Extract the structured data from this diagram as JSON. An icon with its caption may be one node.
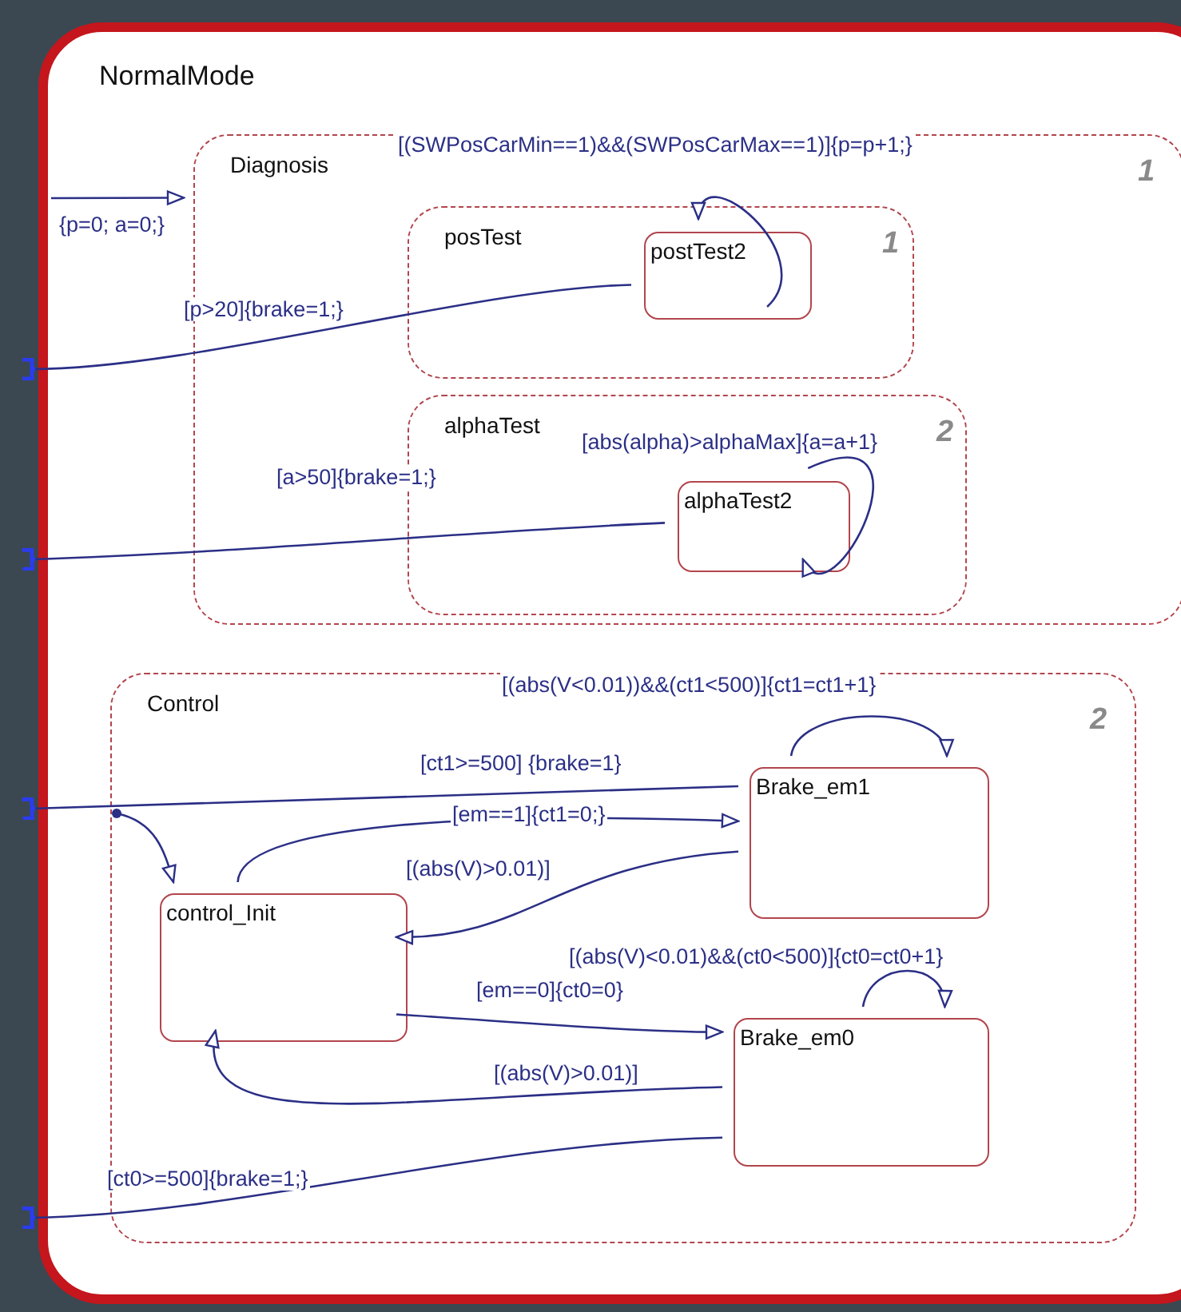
{
  "diagram": {
    "nodes": [
      {
        "text": [
          "NormalMode"
        ]
      },
      {
        "text": [
          "Diagnosis",
          "1"
        ],
        "in": 0
      },
      {
        "text": [
          "posTest",
          "1"
        ],
        "in": 1
      },
      {
        "text": [
          "postTest2"
        ],
        "in": 2
      },
      {
        "text": [
          "alphaTest",
          "2"
        ],
        "in": 1
      },
      {
        "text": [
          "alphaTest2"
        ],
        "in": 4
      },
      {
        "text": [
          "Control",
          "2"
        ],
        "in": 0
      },
      {
        "text": [
          "control_Init"
        ],
        "in": 6
      },
      {
        "text": [
          "Brake_em1"
        ],
        "in": 6
      },
      {
        "text": [
          "Brake_em0"
        ],
        "in": 6
      }
    ],
    "edges": [
      {
        "from": null,
        "to": 1,
        "arrow": "to",
        "label": "{p=0; a=0;}"
      },
      {
        "from": 3,
        "to": 3,
        "arrow": "to",
        "label": "[(SWPosCarMin==1)&&(SWPosCarMax==1)]{p=p+1;}"
      },
      {
        "from": 3,
        "to": null,
        "arrow": "other",
        "label": "[p>20]{brake=1;}"
      },
      {
        "from": 5,
        "to": 5,
        "arrow": "to",
        "label": "[abs(alpha)>alphaMax]{a=a+1}"
      },
      {
        "from": 5,
        "to": null,
        "arrow": "other",
        "label": "[a>50]{brake=1;}"
      },
      {
        "from": null,
        "to": 7,
        "arrow": "to"
      },
      {
        "from": 8,
        "to": null,
        "arrow": "other",
        "label": "[ct1>=500] {brake=1}"
      },
      {
        "from": 8,
        "to": 8,
        "arrow": "to",
        "label": "[(abs(V<0.01))&&(ct1<500)]{ct1=ct1+1}"
      },
      {
        "from": 7,
        "to": 8,
        "arrow": "to",
        "label": "[em==1]{ct1=0;}"
      },
      {
        "from": 8,
        "to": 7,
        "arrow": "to",
        "label": "[(abs(V)>0.01)]"
      },
      {
        "from": 7,
        "to": 9,
        "arrow": "to",
        "label": "[em==0]{ct0=0}"
      },
      {
        "from": 9,
        "to": 9,
        "arrow": "to",
        "label": "[(abs(V)<0.01)&&(ct0<500)]{ct0=ct0+1}"
      },
      {
        "from": 9,
        "to": 7,
        "arrow": "to",
        "label": "[(abs(V)>0.01)]"
      },
      {
        "from": 9,
        "to": null,
        "arrow": "other",
        "label": "[ct0>=500]{brake=1;}"
      }
    ]
  }
}
